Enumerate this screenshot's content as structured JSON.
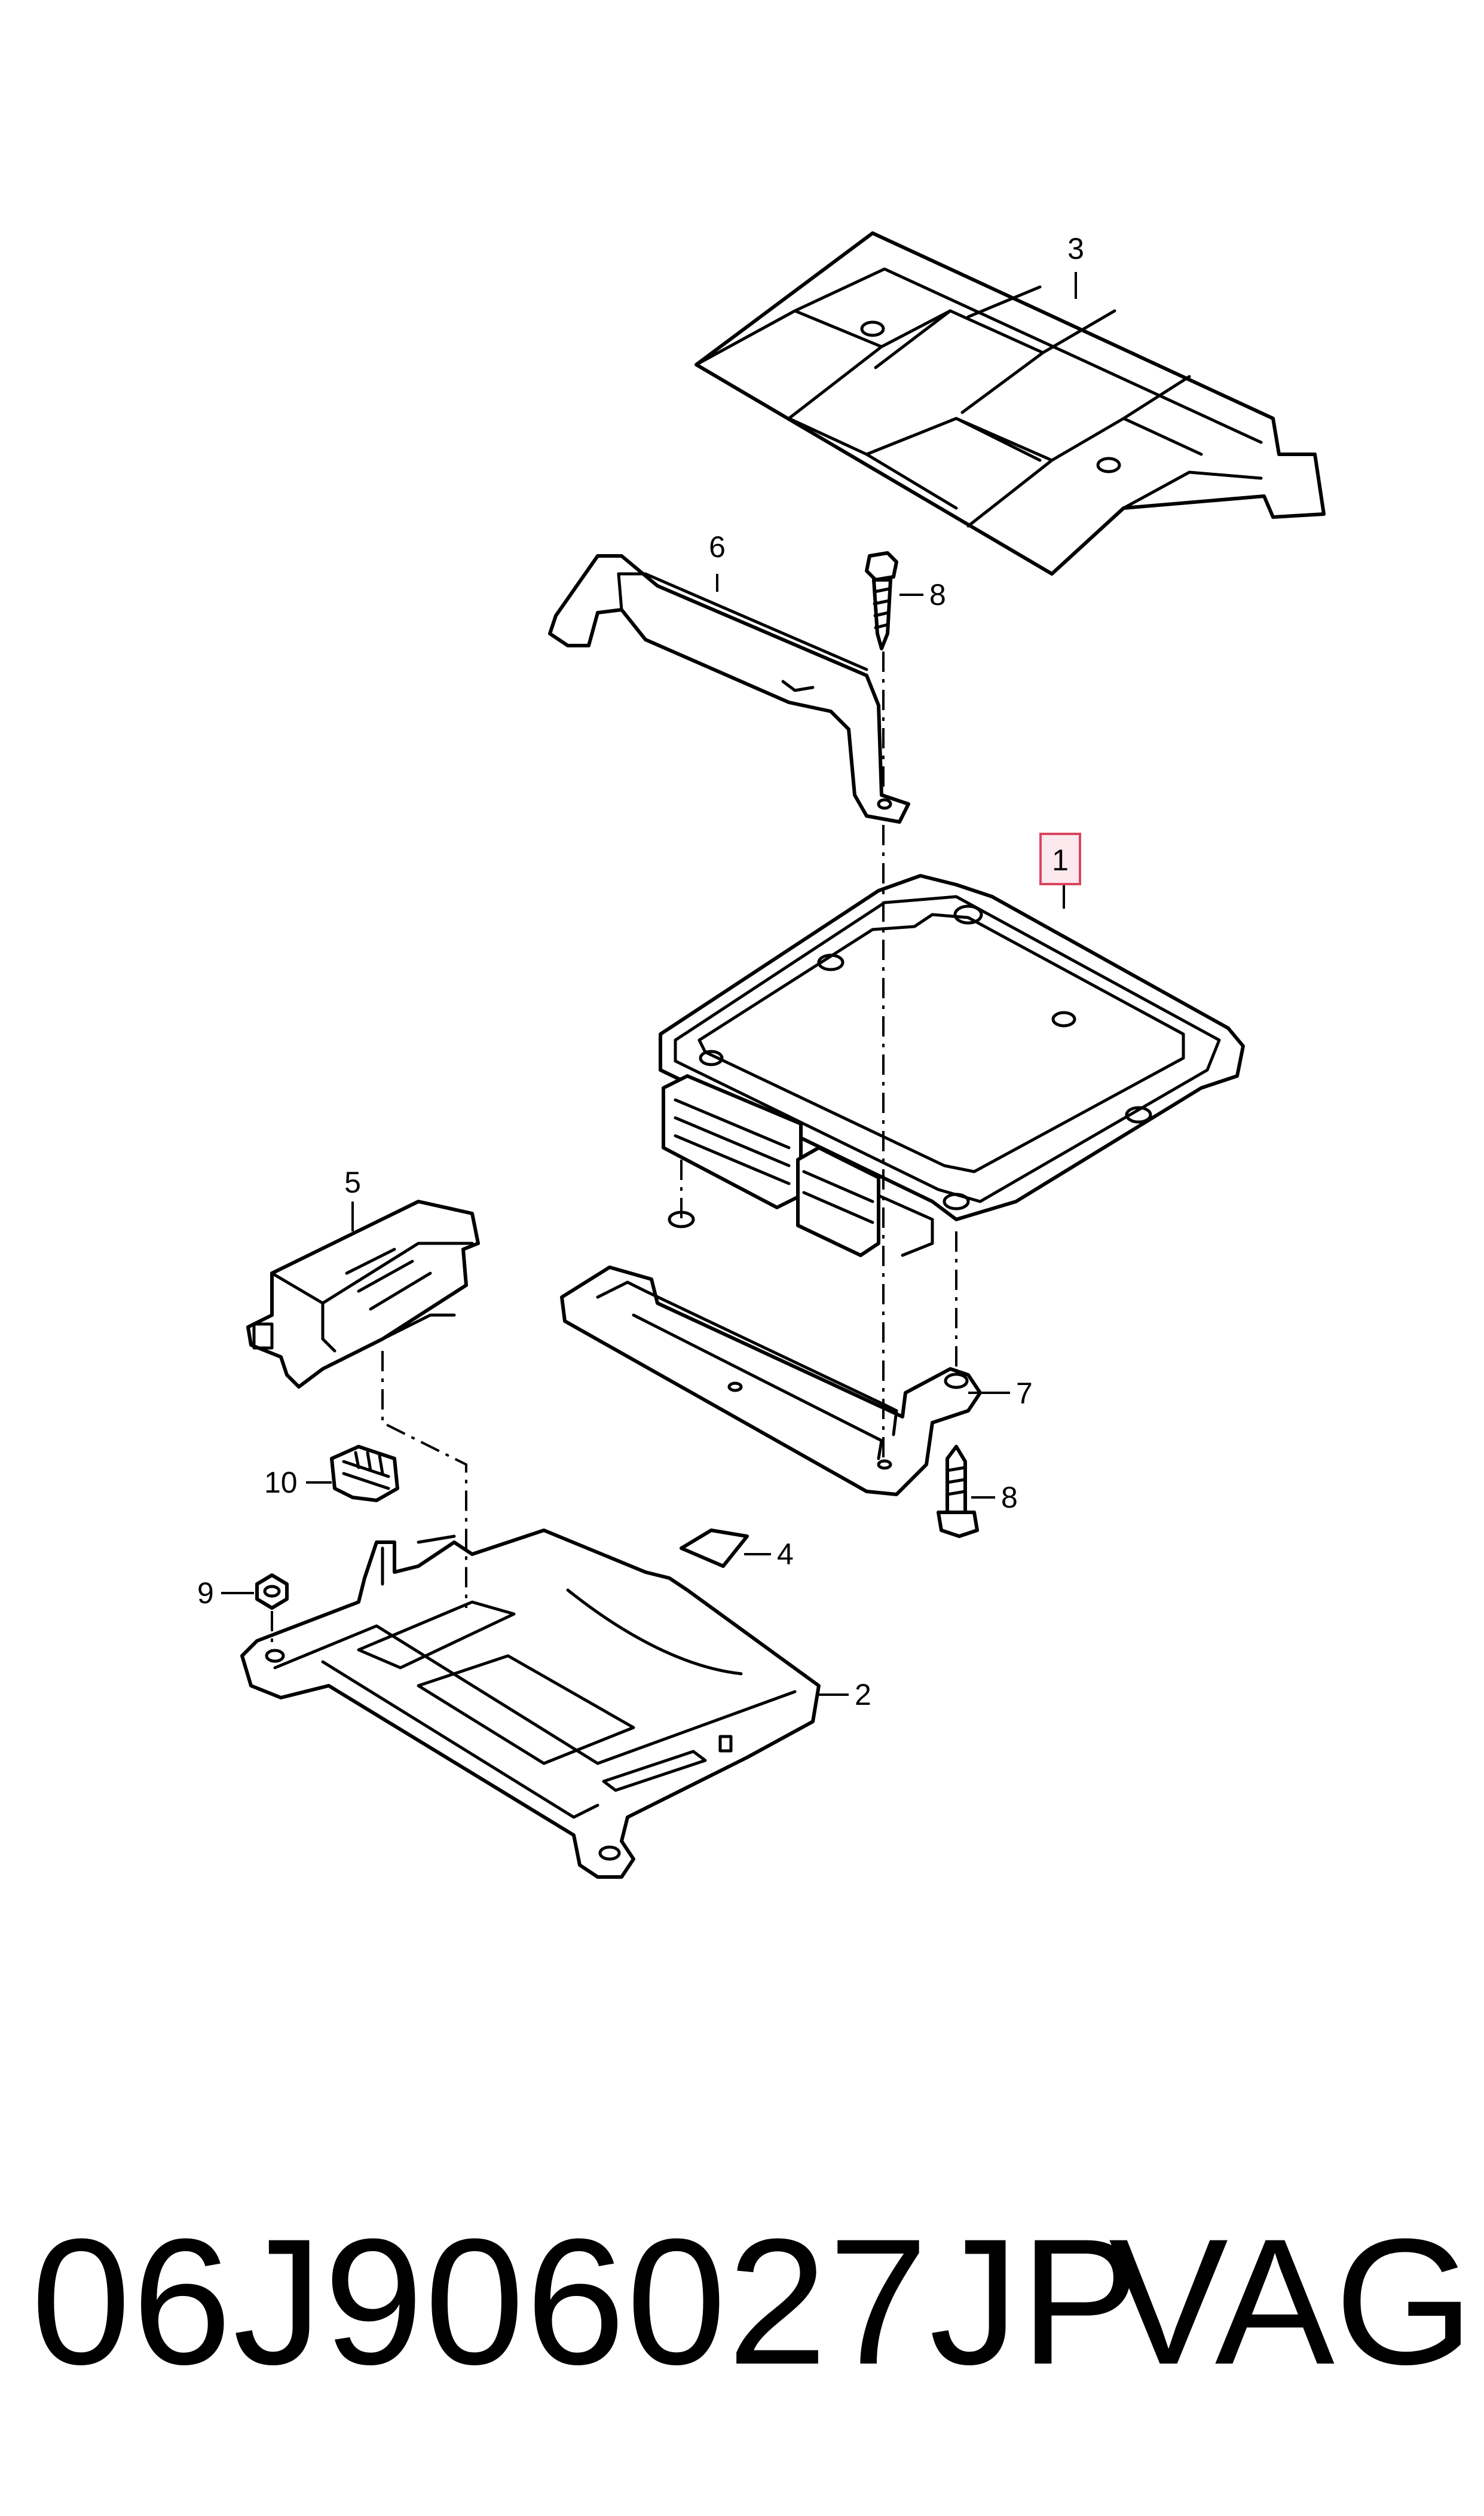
{
  "callouts": {
    "c1": "1",
    "c2": "2",
    "c3": "3",
    "c4": "4",
    "c5": "5",
    "c6": "6",
    "c7": "7",
    "c8a": "8",
    "c8b": "8",
    "c9": "9",
    "c10": "10"
  },
  "highlighted_callout": "1",
  "colors": {
    "line": "#000000",
    "highlight_fill": "#fde8ee",
    "highlight_stroke": "#d9455f",
    "background": "#ffffff"
  },
  "footer": {
    "part_number": "06J906027JP",
    "brand": "VAG"
  }
}
